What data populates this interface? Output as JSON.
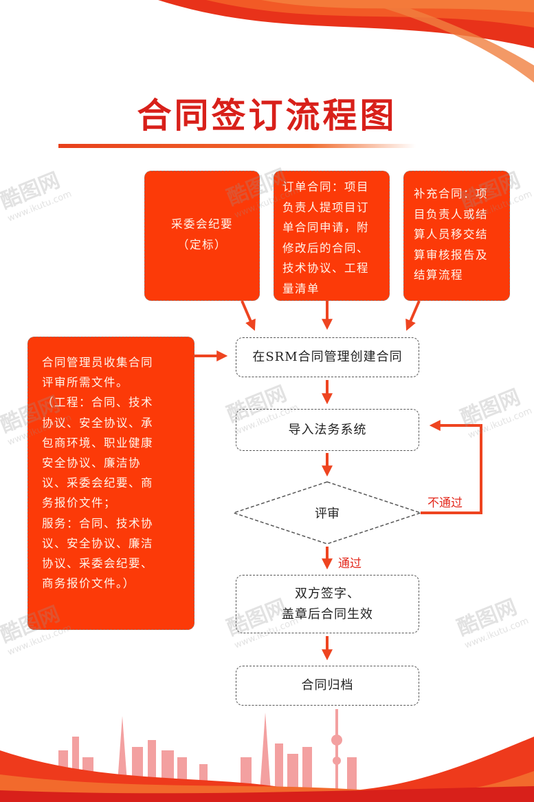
{
  "title": "合同签订流程图",
  "colors": {
    "accent": "#fc3a08",
    "title": "#d8201a",
    "arrow": "#ee4420"
  },
  "watermark": {
    "brand": "酷图网",
    "url": "www.ikutu.com"
  },
  "top_boxes": [
    {
      "lines": [
        "采委会纪要",
        "（定标）"
      ]
    },
    {
      "lines": [
        "订单合同：项目",
        "负责人提项目订",
        "单合同申请，附",
        "修改后的合同、",
        "技术协议、工程",
        "量清单"
      ]
    },
    {
      "lines": [
        "补充合同：项",
        "目负责人或结",
        "算人员移交结",
        "算审核报告及",
        "结算流程"
      ]
    }
  ],
  "left_box": {
    "lines": [
      "合同管理员收集合同",
      "评审所需文件。",
      "（工程：合同、技术",
      "协议、安全协议、承",
      "包商环境、职业健康",
      "安全协议、廉洁协",
      "议、采委会纪要、商",
      "务报价文件；",
      "服务：合同、技术协",
      "议、安全协议、廉洁",
      "协议、采委会纪要、",
      "商务报价文件。）"
    ]
  },
  "flow": {
    "create": "在SRM合同管理创建合同",
    "import": "导入法务系统",
    "review": "评审",
    "reject_label": "不通过",
    "pass_label": "通过",
    "sign_lines": [
      "双方签字、",
      "盖章后合同生效"
    ],
    "archive": "合同归档"
  }
}
